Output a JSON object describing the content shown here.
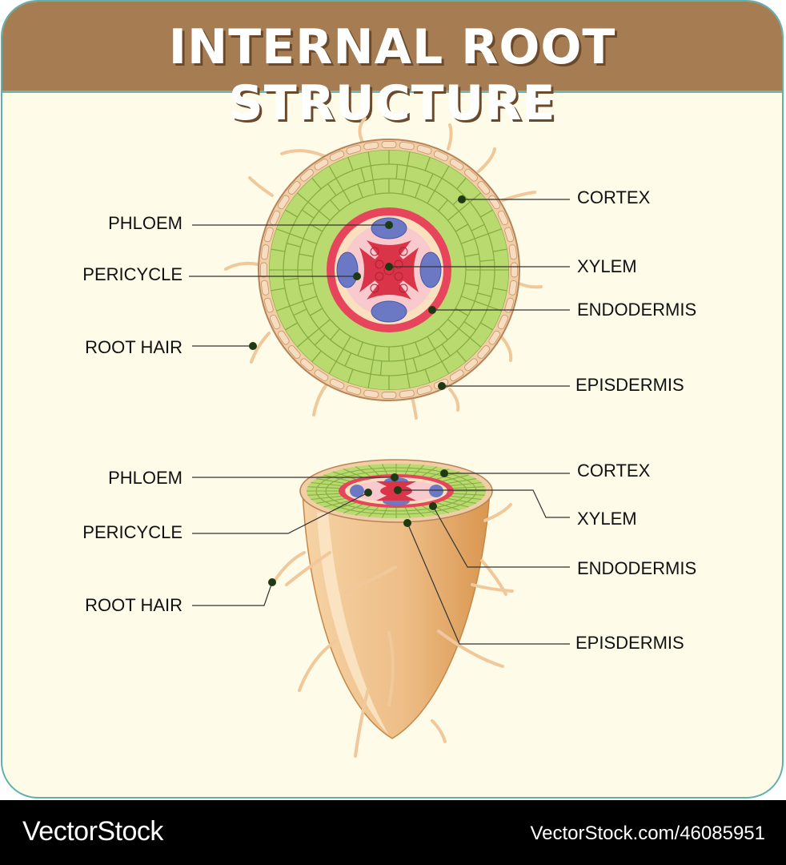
{
  "header": {
    "title": "INTERNAL ROOT STRUCTURE"
  },
  "cross_section": {
    "labels": {
      "phloem": "PHLOEM",
      "pericycle": "PERICYCLE",
      "root_hair": "ROOT HAIR",
      "cortex": "CORTEX",
      "xylem": "XYLEM",
      "endodermis": "ENDODERMIS",
      "epidermis": "EPISDERMIS"
    }
  },
  "root_tip": {
    "labels": {
      "phloem": "PHLOEM",
      "pericycle": "PERICYCLE",
      "root_hair": "ROOT HAIR",
      "cortex": "CORTEX",
      "xylem": "XYLEM",
      "endodermis": "ENDODERMIS",
      "epidermis": "EPISDERMIS"
    }
  },
  "footer": {
    "brand": "VectorStock",
    "stock_id": "VectorStock.com/46085951"
  },
  "colors": {
    "header": "#a67c52",
    "card": "#fefbe8",
    "border": "#5fb0ad",
    "cortex": "#b7d96b",
    "epidermis": "#f0c9a0",
    "endodermis": "#e8455a",
    "phloem": "#6b78c4",
    "root_body": "#e7b27a"
  }
}
